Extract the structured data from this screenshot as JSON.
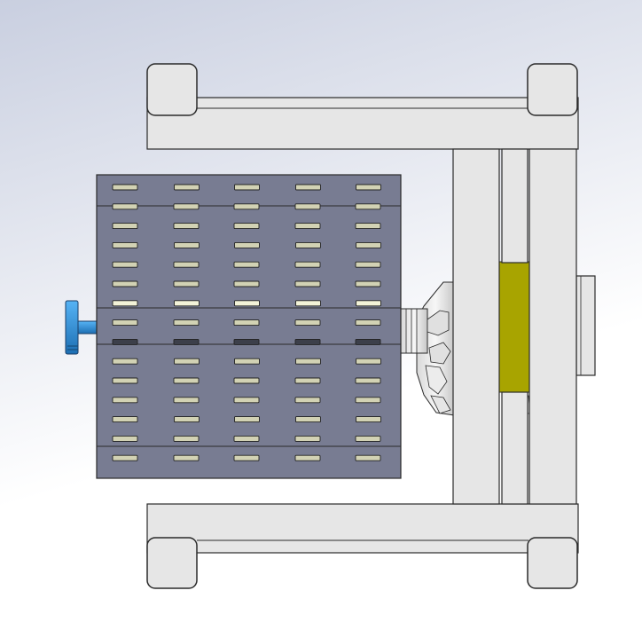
{
  "scene": {
    "view": "top-orthographic",
    "background": {
      "top": "#c9cfe0",
      "bottom": "#ffffff"
    },
    "colors": {
      "frame_fill": "#e6e6e6",
      "frame_stroke": "#2a2a2a",
      "panel_fill": "#787c92",
      "slot_fill": "#d2d2b4",
      "slot_hi": "#f3f3d8",
      "slot_dark": "#3c3f4a",
      "handle": "#2f93e0",
      "handle_dark": "#1d6fb3",
      "yellow_block": "#a8a400",
      "mechanism": "#f2f2f2"
    },
    "panel": {
      "rows": 15,
      "cols": 5,
      "highlight_row": 6,
      "dark_row": 8
    }
  }
}
